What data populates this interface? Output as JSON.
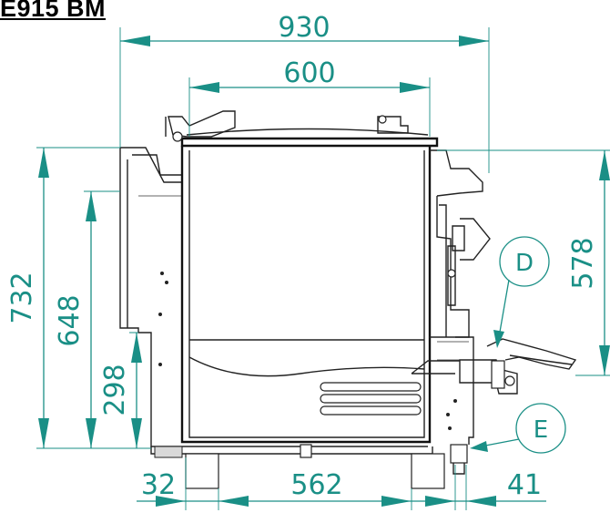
{
  "title": "E915 BM",
  "dimensions": {
    "total_width": "930",
    "pot_width": "600",
    "total_height": "732",
    "body_height": "648",
    "lower_height": "298",
    "tap_height": "578",
    "left_offset": "32",
    "leg_spacing": "562",
    "right_offset": "41"
  },
  "callouts": {
    "d": "D",
    "e": "E"
  },
  "colors": {
    "dimension": "#1a8f86",
    "drawing": "#222222"
  }
}
